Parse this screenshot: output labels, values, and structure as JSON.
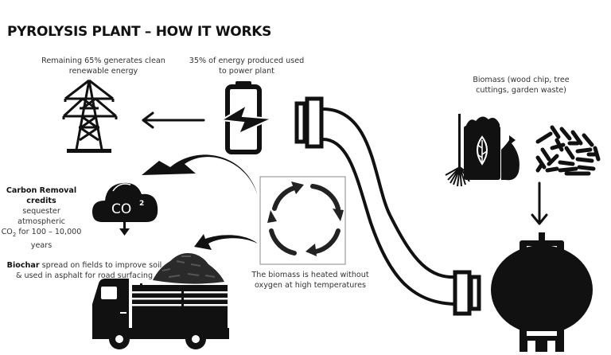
{
  "title": "PYROLYSIS PLANT – HOW IT WORKS",
  "labels": {
    "grid": {
      "line1": "Remaining 65% generates clean",
      "line2": "renewable energy"
    },
    "power": {
      "line1": "35% of energy produced used",
      "line2": "to power plant"
    },
    "biomass": {
      "line1": "Biomass (wood chip, tree",
      "line2": "cuttings,  garden waste)"
    },
    "carbon": {
      "bold": "Carbon Removal credits",
      "line2": "sequester atmospheric",
      "line3_pre": "CO",
      "line3_sub": "2",
      "line3_post": " for 100 – 10,000",
      "line4": "years"
    },
    "biochar": {
      "bold": "Biochar",
      "line1_rest": " spread on fields to improve soil",
      "line2": "& used in asphalt for road surfacing"
    },
    "process": {
      "line1": "The biomass is heated without",
      "line2": "oxygen at high temperatures"
    }
  },
  "co2_icon_text": "CO",
  "co2_icon_sup": "2",
  "icons": [
    "power-pylon-icon",
    "arrow-left-icon",
    "battery-charging-icon",
    "pipe-icon",
    "rake-bag-leaf-icon",
    "wood-pellets-icon",
    "arrow-down-icon",
    "reactor-icon",
    "curved-arrow-icon",
    "co2-cloud-icon",
    "cycle-arrows-icon",
    "biochar-pile-icon",
    "truck-icon"
  ],
  "colors": {
    "ink": "#111111",
    "text": "#333333",
    "box_border": "#888888"
  }
}
